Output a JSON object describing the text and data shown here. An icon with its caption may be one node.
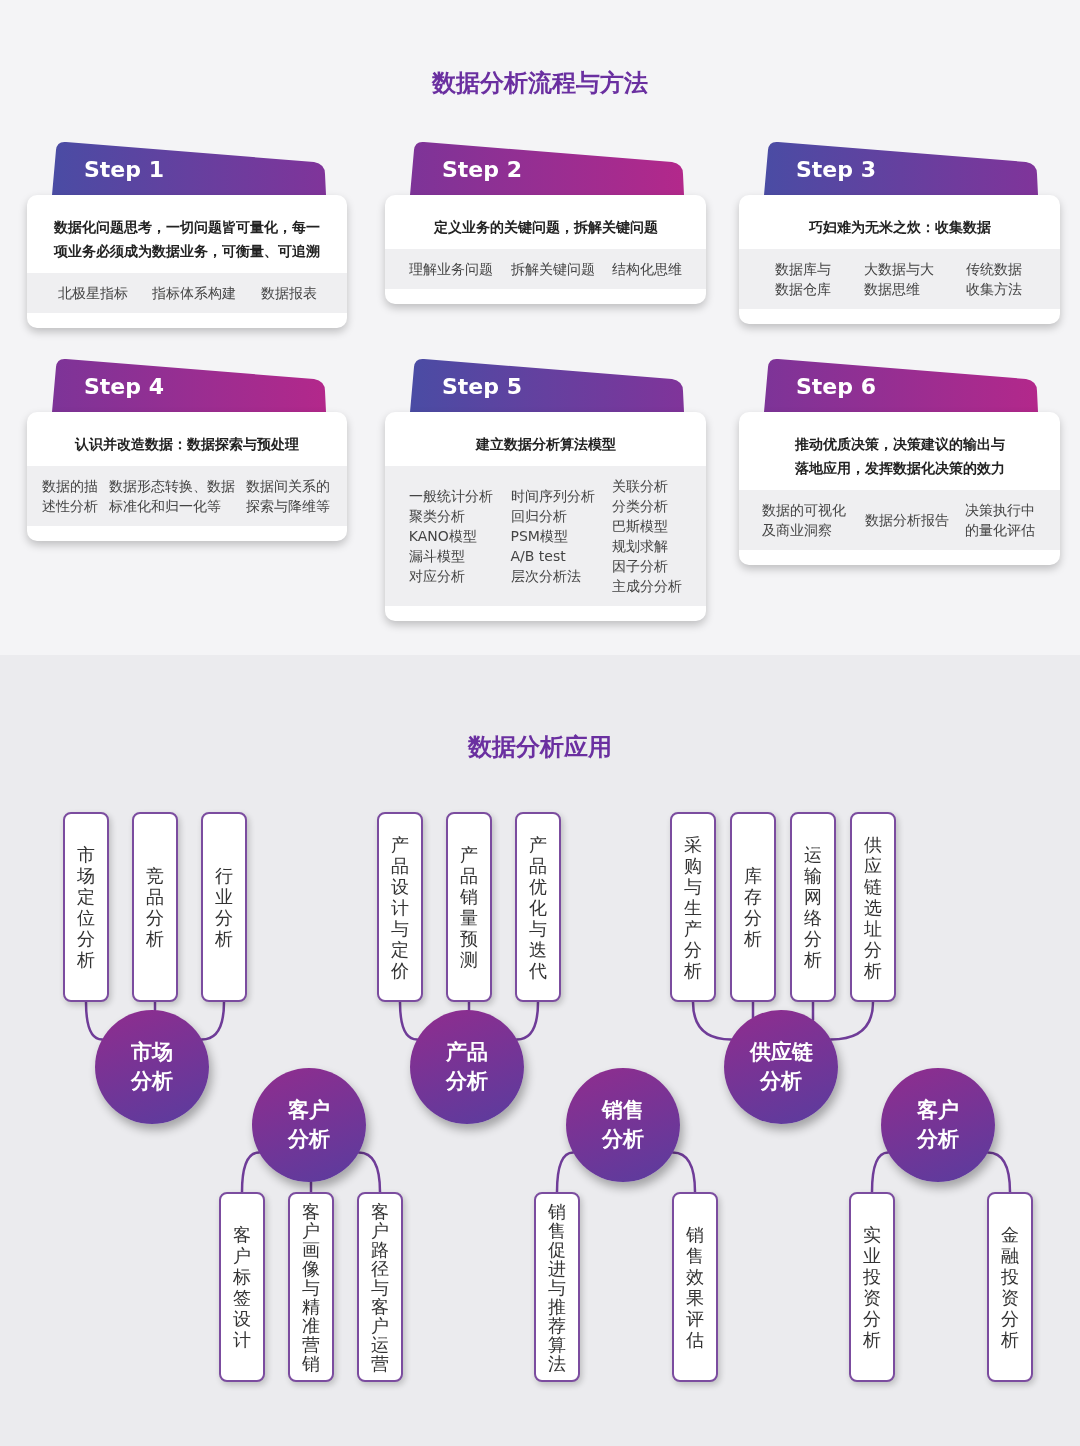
{
  "diagram": {
    "nodes": [
      {
        "text": [
          "数据分析流程与方法"
        ]
      },
      {
        "text": [
          "Step 1"
        ],
        "in": 0
      },
      {
        "text": [
          "数据化问题思考，一切问题皆可量化，每一项业务必须成为数据业务，可衡量、可追溯",
          "北极星指标",
          "指标体系构建",
          "数据报表"
        ],
        "in": 0
      },
      {
        "text": [
          "Step 2"
        ],
        "in": 0
      },
      {
        "text": [
          "定义业务的关键问题，拆解关键问题",
          "理解业务问题",
          "拆解关键问题",
          "结构化思维"
        ],
        "in": 0
      },
      {
        "text": [
          "Step 3"
        ],
        "in": 0
      },
      {
        "text": [
          "巧妇难为无米之炊：收集数据",
          "数据库与数据仓库",
          "大数据与大数据思维",
          "传统数据收集方法"
        ],
        "in": 0
      },
      {
        "text": [
          "Step 4"
        ],
        "in": 0
      },
      {
        "text": [
          "认识并改造数据：数据探索与预处理",
          "数据的描述性分析",
          "数据形态转换、数据标准化和归一化等",
          "数据间关系的探索与降维等"
        ],
        "in": 0
      },
      {
        "text": [
          "Step 5"
        ],
        "in": 0
      },
      {
        "text": [
          "建立数据分析算法模型",
          "一般统计分析",
          "聚类分析",
          "KANO模型",
          "漏斗模型",
          "对应分析",
          "时间序列分析",
          "回归分析",
          "PSM模型",
          "A/B test",
          "层次分析法",
          "关联分析",
          "分类分析",
          "巴斯模型",
          "规划求解",
          "因子分析",
          "主成分分析"
        ],
        "in": 0
      },
      {
        "text": [
          "Step 6"
        ],
        "in": 0
      },
      {
        "text": [
          "推动优质决策，决策建议的输出与落地应用，发挥数据化决策的效力",
          "数据的可视化及商业洞察",
          "数据分析报告",
          "决策执行中的量化评估"
        ],
        "in": 0
      },
      {
        "text": [
          "数据分析应用"
        ]
      },
      {
        "text": [
          "市场定位分析"
        ],
        "in": 13
      },
      {
        "text": [
          "竞品分析"
        ],
        "in": 13
      },
      {
        "text": [
          "行业分析"
        ],
        "in": 13
      },
      {
        "text": [
          "产品设计与定价"
        ],
        "in": 13
      },
      {
        "text": [
          "产品销量预测"
        ],
        "in": 13
      },
      {
        "text": [
          "产品优化与迭代"
        ],
        "in": 13
      },
      {
        "text": [
          "采购与生产分析"
        ],
        "in": 13
      },
      {
        "text": [
          "库存分析"
        ],
        "in": 13
      },
      {
        "text": [
          "运输网络分析"
        ],
        "in": 13
      },
      {
        "text": [
          "供应链选址分析"
        ],
        "in": 13
      },
      {
        "text": [
          "市场分析"
        ],
        "in": 13
      },
      {
        "text": [
          "产品分析"
        ],
        "in": 13
      },
      {
        "text": [
          "供应链分析"
        ],
        "in": 13
      },
      {
        "text": [
          "客户分析"
        ],
        "in": 13
      },
      {
        "text": [
          "销售分析"
        ],
        "in": 13
      },
      {
        "text": [
          "客户分析"
        ],
        "in": 13
      },
      {
        "text": [
          "客户标签设计"
        ],
        "in": 13
      },
      {
        "text": [
          "客户画像与精准营销"
        ],
        "in": 13
      },
      {
        "text": [
          "客户路径与客户运营"
        ],
        "in": 13
      },
      {
        "text": [
          "销售促进与推荐算法"
        ],
        "in": 13
      },
      {
        "text": [
          "销售效果评估"
        ],
        "in": 13
      },
      {
        "text": [
          "实业投资分析"
        ],
        "in": 13
      },
      {
        "text": [
          "金融投资分析"
        ],
        "in": 13
      }
    ],
    "edges": [
      {
        "from": 24,
        "to": 14,
        "arrow": "none"
      },
      {
        "from": 24,
        "to": 15,
        "arrow": "none"
      },
      {
        "from": 24,
        "to": 16,
        "arrow": "none"
      },
      {
        "from": 25,
        "to": 17,
        "arrow": "none"
      },
      {
        "from": 25,
        "to": 18,
        "arrow": "none"
      },
      {
        "from": 25,
        "to": 19,
        "arrow": "none"
      },
      {
        "from": 26,
        "to": 20,
        "arrow": "none"
      },
      {
        "from": 26,
        "to": 21,
        "arrow": "none"
      },
      {
        "from": 26,
        "to": 22,
        "arrow": "none"
      },
      {
        "from": 26,
        "to": 23,
        "arrow": "none"
      },
      {
        "from": 27,
        "to": 30,
        "arrow": "none"
      },
      {
        "from": 27,
        "to": 31,
        "arrow": "none"
      },
      {
        "from": 27,
        "to": 32,
        "arrow": "none"
      },
      {
        "from": 28,
        "to": 33,
        "arrow": "none"
      },
      {
        "from": 28,
        "to": 34,
        "arrow": "none"
      },
      {
        "from": 29,
        "to": 35,
        "arrow": "none"
      },
      {
        "from": 29,
        "to": 36,
        "arrow": "none"
      }
    ]
  }
}
